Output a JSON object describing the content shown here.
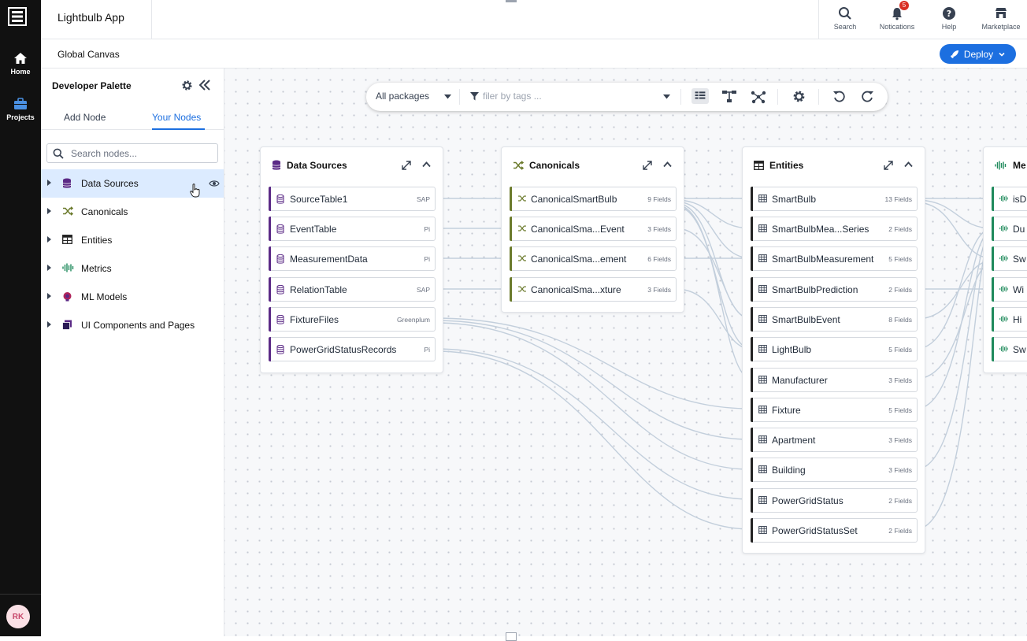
{
  "app": {
    "title": "Lightbulb App"
  },
  "rail": {
    "home_label": "Home",
    "projects_label": "Projects",
    "avatar_initials": "RK"
  },
  "top_actions": [
    {
      "label": "Search",
      "icon": "search-icon"
    },
    {
      "label": "Notications",
      "icon": "bell-icon",
      "badge": "5"
    },
    {
      "label": "Help",
      "icon": "help-icon"
    },
    {
      "label": "Marketplace",
      "icon": "store-icon"
    }
  ],
  "subheader": {
    "breadcrumb": "Global Canvas",
    "deploy_label": "Deploy"
  },
  "palette": {
    "title": "Developer Palette",
    "tabs": {
      "add": "Add Node",
      "yours": "Your Nodes"
    },
    "search_placeholder": "Search nodes...",
    "items": [
      {
        "label": "Data Sources",
        "icon": "database-icon",
        "active": true
      },
      {
        "label": "Canonicals",
        "icon": "shuffle-icon"
      },
      {
        "label": "Entities",
        "icon": "table-icon"
      },
      {
        "label": "Metrics",
        "icon": "waveform-icon"
      },
      {
        "label": "ML Models",
        "icon": "brain-icon"
      },
      {
        "label": "UI Components and Pages",
        "icon": "pages-icon"
      }
    ]
  },
  "toolbar": {
    "packages": "All packages",
    "tags_placeholder": "filer by tags ..."
  },
  "groups": {
    "data_sources": {
      "title": "Data Sources",
      "nodes": [
        {
          "label": "SourceTable1",
          "tag": "SAP"
        },
        {
          "label": "EventTable",
          "tag": "Pi"
        },
        {
          "label": "MeasurementData",
          "tag": "Pi"
        },
        {
          "label": "RelationTable",
          "tag": "SAP"
        },
        {
          "label": "FixtureFiles",
          "tag": "Greenplum"
        },
        {
          "label": "PowerGridStatusRecords",
          "tag": "Pi"
        }
      ]
    },
    "canonicals": {
      "title": "Canonicals",
      "nodes": [
        {
          "label": "CanonicalSmartBulb",
          "tag": "9 Fields"
        },
        {
          "label": "CanonicalSma...Event",
          "tag": "3 Fields"
        },
        {
          "label": "CanonicalSma...ement",
          "tag": "6 Fields"
        },
        {
          "label": "CanonicalSma...xture",
          "tag": "3 Fields"
        }
      ]
    },
    "entities": {
      "title": "Entities",
      "nodes": [
        {
          "label": "SmartBulb",
          "tag": "13 Fields"
        },
        {
          "label": "SmartBulbMea...Series",
          "tag": "2 Fields"
        },
        {
          "label": "SmartBulbMeasurement",
          "tag": "5 Fields"
        },
        {
          "label": "SmartBulbPrediction",
          "tag": "2 Fields"
        },
        {
          "label": "SmartBulbEvent",
          "tag": "8 Fields"
        },
        {
          "label": "LightBulb",
          "tag": "5 Fields"
        },
        {
          "label": "Manufacturer",
          "tag": "3 Fields"
        },
        {
          "label": "Fixture",
          "tag": "5 Fields"
        },
        {
          "label": "Apartment",
          "tag": "3 Fields"
        },
        {
          "label": "Building",
          "tag": "3 Fields"
        },
        {
          "label": "PowerGridStatus",
          "tag": "2 Fields"
        },
        {
          "label": "PowerGridStatusSet",
          "tag": "2 Fields"
        }
      ]
    },
    "metrics": {
      "title": "Me",
      "nodes": [
        {
          "label": "isD"
        },
        {
          "label": "Du"
        },
        {
          "label": "Sw"
        },
        {
          "label": "Wi"
        },
        {
          "label": "Hi"
        },
        {
          "label": "Sw"
        }
      ]
    }
  },
  "colors": {
    "accent": "#1c6fe0",
    "data_sources": "#5b2a86",
    "canonicals": "#6b7a2c",
    "entities": "#222222",
    "metrics": "#1f8a5c",
    "wire": "#c3cfdc"
  }
}
